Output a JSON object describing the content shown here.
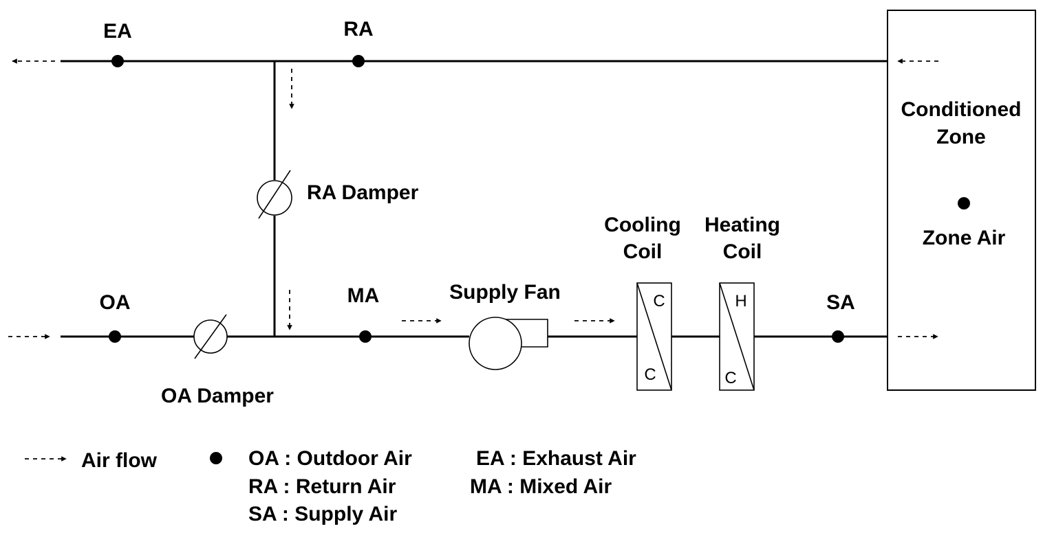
{
  "points": {
    "ea": "EA",
    "ra": "RA",
    "oa": "OA",
    "ma": "MA",
    "sa": "SA"
  },
  "components": {
    "ra_damper": "RA Damper",
    "oa_damper": "OA Damper",
    "supply_fan": "Supply Fan",
    "cooling_coil_line1": "Cooling",
    "cooling_coil_line2": "Coil",
    "heating_coil_line1": "Heating",
    "heating_coil_line2": "Coil",
    "cooling_coil_top_letter": "C",
    "cooling_coil_bottom_letter": "C",
    "heating_coil_top_letter": "H",
    "heating_coil_bottom_letter": "C"
  },
  "zone": {
    "title_line1": "Conditioned",
    "title_line2": "Zone",
    "air_label": "Zone Air"
  },
  "legend": {
    "air_flow": "Air flow",
    "oa": "OA : Outdoor Air",
    "ra": "RA : Return Air",
    "sa": "SA : Supply Air",
    "ea": "EA : Exhaust Air",
    "ma": "MA : Mixed Air"
  }
}
